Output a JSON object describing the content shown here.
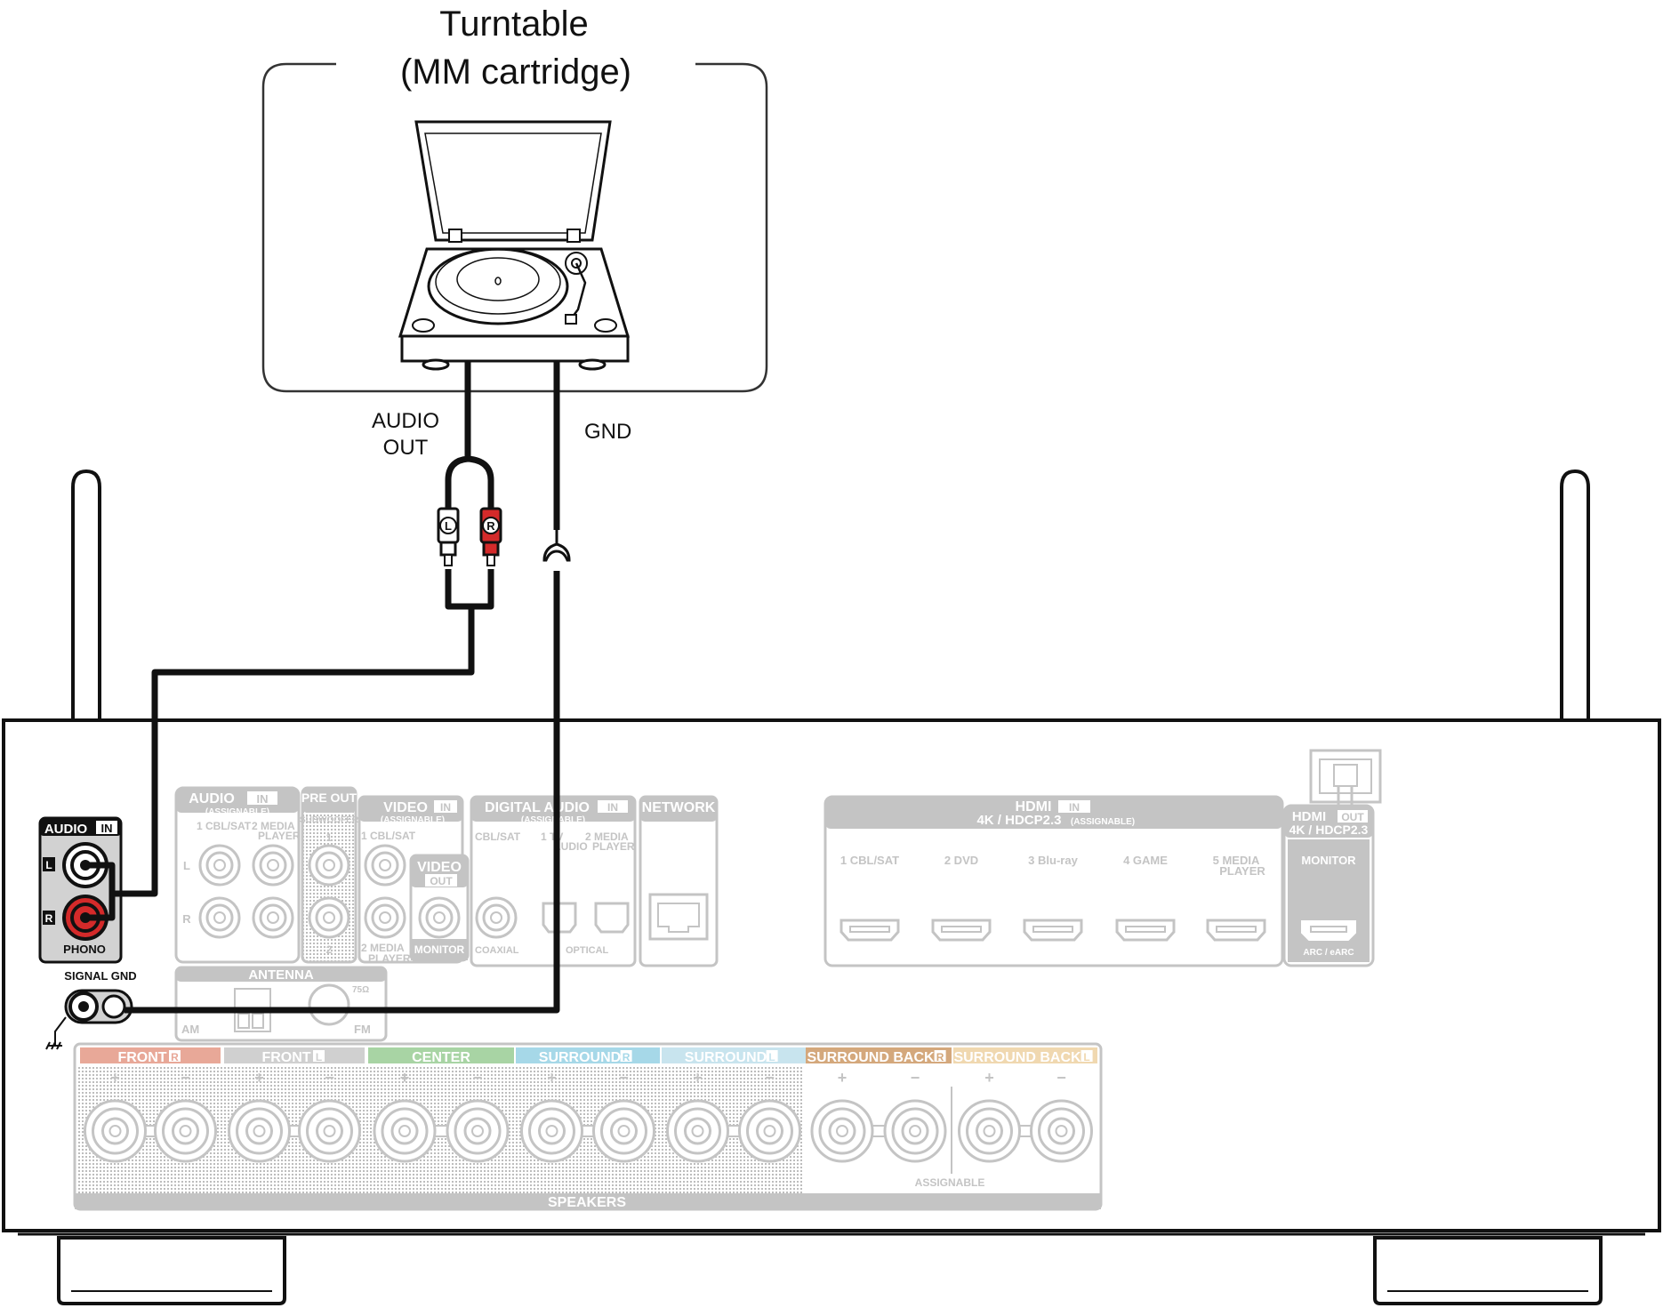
{
  "device": {
    "title": "Turntable",
    "subtitle": "(MM cartridge)",
    "audio_out_line1": "AUDIO",
    "audio_out_line2": "OUT",
    "gnd": "GND",
    "plug_left": "L",
    "plug_right": "R"
  },
  "receiver": {
    "audio_in_phono": {
      "title": "AUDIO",
      "badge": "IN",
      "left": "L",
      "right": "R",
      "label": "PHONO"
    },
    "signal_gnd": "SIGNAL GND",
    "audio_in": {
      "title": "AUDIO",
      "badge": "IN",
      "sub": "(ASSIGNABLE)",
      "col1": "1 CBL/SAT",
      "col2a": "2  MEDIA",
      "col2b": "PLAYER",
      "left": "L",
      "right": "R"
    },
    "pre_out": {
      "title": "PRE OUT",
      "sub": "SUBWOOFER",
      "n1": "1",
      "n2": "2"
    },
    "video_in": {
      "title": "VIDEO",
      "badge": "IN",
      "sub": "(ASSIGNABLE)",
      "col1": "1 CBL/SAT",
      "col2a": "2  MEDIA",
      "col2b": "PLAYER"
    },
    "video_out": {
      "title": "VIDEO",
      "badge": "OUT",
      "label": "MONITOR"
    },
    "digital_audio": {
      "title": "DIGITAL AUDIO",
      "badge": "IN",
      "sub": "(ASSIGNABLE)",
      "c1": "CBL/SAT",
      "c2a": "1  TV",
      "c2b": "AUDIO",
      "c3a": "2  MEDIA",
      "c3b": "PLAYER",
      "coaxial": "COAXIAL",
      "optical": "OPTICAL"
    },
    "network": "NETWORK",
    "hdmi_in": {
      "title": "HDMI",
      "badge": "IN",
      "sub": "4K / HDCP2.3",
      "sub2": "(ASSIGNABLE)",
      "inputs": [
        "1  CBL/SAT",
        "2  DVD",
        "3  Blu-ray",
        "4  GAME",
        "5  MEDIA"
      ],
      "input5b": "PLAYER"
    },
    "hdmi_out": {
      "title": "HDMI",
      "badge": "OUT",
      "sub": "4K / HDCP2.3",
      "monitor": "MONITOR",
      "arc": "ARC / eARC"
    },
    "antenna": {
      "title": "ANTENNA",
      "am": "AM",
      "fm": "FM",
      "ohm": "75Ω"
    },
    "speakers": {
      "label": "SPEAKERS",
      "assignable": "ASSIGNABLE",
      "groups": [
        {
          "label": "FRONT",
          "badge": "R"
        },
        {
          "label": "FRONT",
          "badge": "L"
        },
        {
          "label": "CENTER",
          "badge": ""
        },
        {
          "label": "SURROUND",
          "badge": "R"
        },
        {
          "label": "SURROUND",
          "badge": "L"
        },
        {
          "label": "SURROUND BACK",
          "badge": "R"
        },
        {
          "label": "SURROUND BACK",
          "badge": "L"
        }
      ],
      "colors": [
        "#e8a898",
        "#d0d0d0",
        "#a8d4a4",
        "#a6d8e8",
        "#c8e4ee",
        "#d4a87c",
        "#f0d8b0"
      ]
    }
  }
}
